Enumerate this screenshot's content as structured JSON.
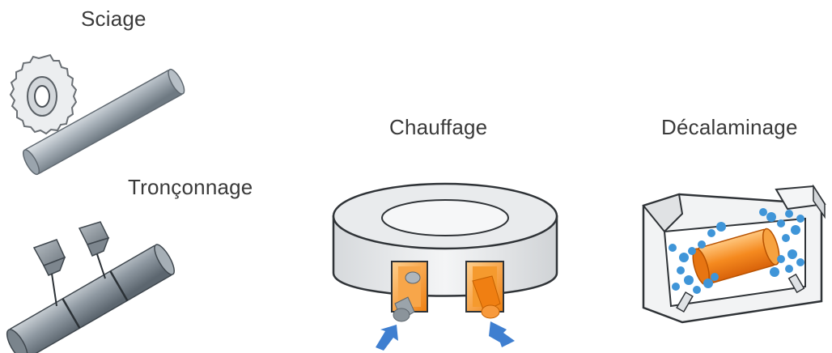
{
  "labels": {
    "sciage": "Sciage",
    "tronconnage": "Tronçonnage",
    "chauffage": "Chauffage",
    "decalaminage": "Décalaminage"
  },
  "colors": {
    "steel_light": "#c7ced4",
    "steel_mid": "#9aa4ad",
    "steel_dark": "#6c7780",
    "hot_orange": "#f28a1e",
    "hot_light": "#ffc07a",
    "water_blue": "#3f95d8",
    "text": "#3a3a3a"
  },
  "icons": [
    "saw-icon",
    "shear-icon",
    "induction-heater-icon",
    "descaler-icon"
  ]
}
